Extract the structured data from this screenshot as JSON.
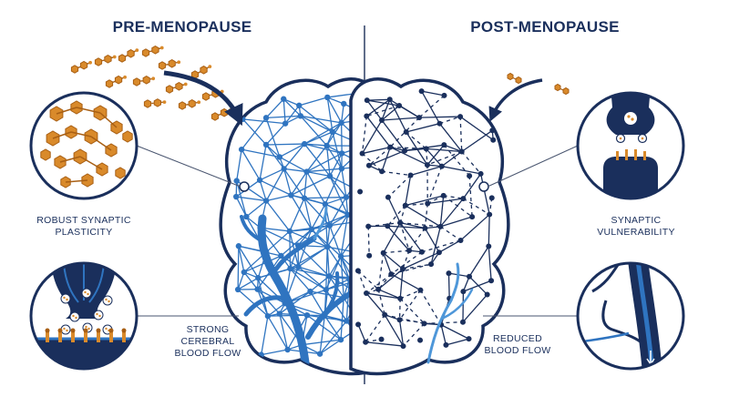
{
  "headings": {
    "pre": "PRE-MENOPAUSE",
    "post": "POST-MENOPAUSE"
  },
  "labels": {
    "robust_synaptic_plasticity": "ROBUST SYNAPTIC\nPLASTICITY",
    "strong_cerebral_blood_flow": "STRONG\nCEREBRAL\nBLOOD FLOW",
    "synaptic_vulnerability": "SYNAPTIC\nVULNERABILITY",
    "reduced_blood_flow": "REDUCED\nBLOOD FLOW"
  },
  "colors": {
    "navy": "#1a2f5c",
    "blue": "#2f74c0",
    "light_blue": "#4e97d9",
    "orange": "#d98a2b",
    "dark_orange": "#a85f14",
    "background": "#ffffff"
  },
  "icons": {
    "hormone_molecules": "hexagon-chain-molecule",
    "brain": "brain-outline",
    "neural_network": "node-network",
    "vessels": "blood-vessel",
    "synapse": "synapse-terminal"
  }
}
